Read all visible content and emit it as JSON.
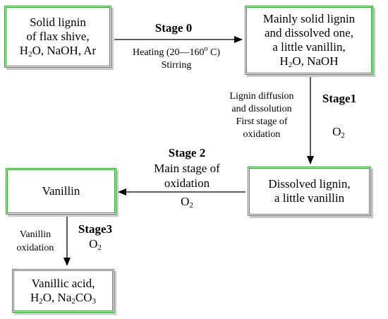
{
  "nodes": {
    "start": {
      "lines": [
        "Solid lignin",
        "of flax shive,"
      ],
      "formula": [
        "H",
        "2",
        "O, NaOH, Ar"
      ]
    },
    "mostly_solid": {
      "lines": [
        "Mainly solid lignin",
        "and dissolved one,",
        "a little vanillin,"
      ],
      "formula": [
        "H",
        "2",
        "O, NaOH"
      ]
    },
    "dissolved": {
      "lines": [
        "Dissolved lignin,",
        "a little vanillin"
      ]
    },
    "vanillin": {
      "label": "Vanillin"
    },
    "vanillic": {
      "line1": "Vanillic acid,",
      "formula": [
        "H",
        "2",
        "O, Na",
        "2",
        "CO",
        "3"
      ]
    }
  },
  "stages": {
    "s0": {
      "title": "Stage 0",
      "heating": [
        "Heating (20—160",
        "o",
        " C)"
      ],
      "stirring": "Stirring"
    },
    "s1": {
      "title": "Stage1",
      "lines": [
        "Lignin diffusion",
        "and dissolution",
        "First stage of",
        "oxidation"
      ],
      "o2": [
        "O",
        "2"
      ]
    },
    "s2": {
      "title": "Stage 2",
      "lines": [
        "Main stage of",
        "oxidation"
      ],
      "o2": [
        "O",
        "2"
      ]
    },
    "s3": {
      "title": "Stage3",
      "lines": [
        "Vanillin",
        "oxidation"
      ],
      "o2": [
        "O",
        "2"
      ]
    }
  },
  "colors": {
    "box_border": "#2ea02e",
    "box_shadow": "#c8c8c8",
    "arrow": "#000000"
  }
}
